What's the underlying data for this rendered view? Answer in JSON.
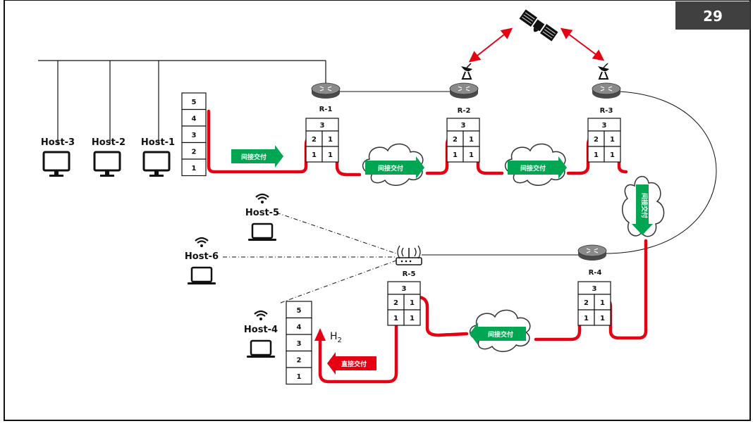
{
  "slide": {
    "number": "29"
  },
  "hosts": [
    {
      "id": "host-3",
      "label": "Host-3"
    },
    {
      "id": "host-2",
      "label": "Host-2"
    },
    {
      "id": "host-1",
      "label": "Host-1"
    },
    {
      "id": "host-5",
      "label": "Host-5"
    },
    {
      "id": "host-6",
      "label": "Host-6"
    },
    {
      "id": "host-4",
      "label": "Host-4"
    }
  ],
  "routers": [
    {
      "id": "r1",
      "label": "R-1"
    },
    {
      "id": "r2",
      "label": "R-2"
    },
    {
      "id": "r3",
      "label": "R-3"
    },
    {
      "id": "r4",
      "label": "R-4"
    },
    {
      "id": "r5",
      "label": "R-5"
    }
  ],
  "stack_layers": [
    "5",
    "4",
    "3",
    "2",
    "1"
  ],
  "router_stack": {
    "top": "3",
    "left": [
      "2",
      "1"
    ],
    "right": [
      "1",
      "1"
    ]
  },
  "router_stack_r45": {
    "top": "3",
    "left": [
      "2",
      "1"
    ],
    "right": [
      "1",
      "1"
    ]
  },
  "delivery": {
    "indirect": "间接交付",
    "direct": "直接交付"
  },
  "dest_label": {
    "main": "H",
    "sub": "2"
  },
  "colors": {
    "red": "#e60012",
    "green": "#00a651",
    "badge": "#404040"
  }
}
